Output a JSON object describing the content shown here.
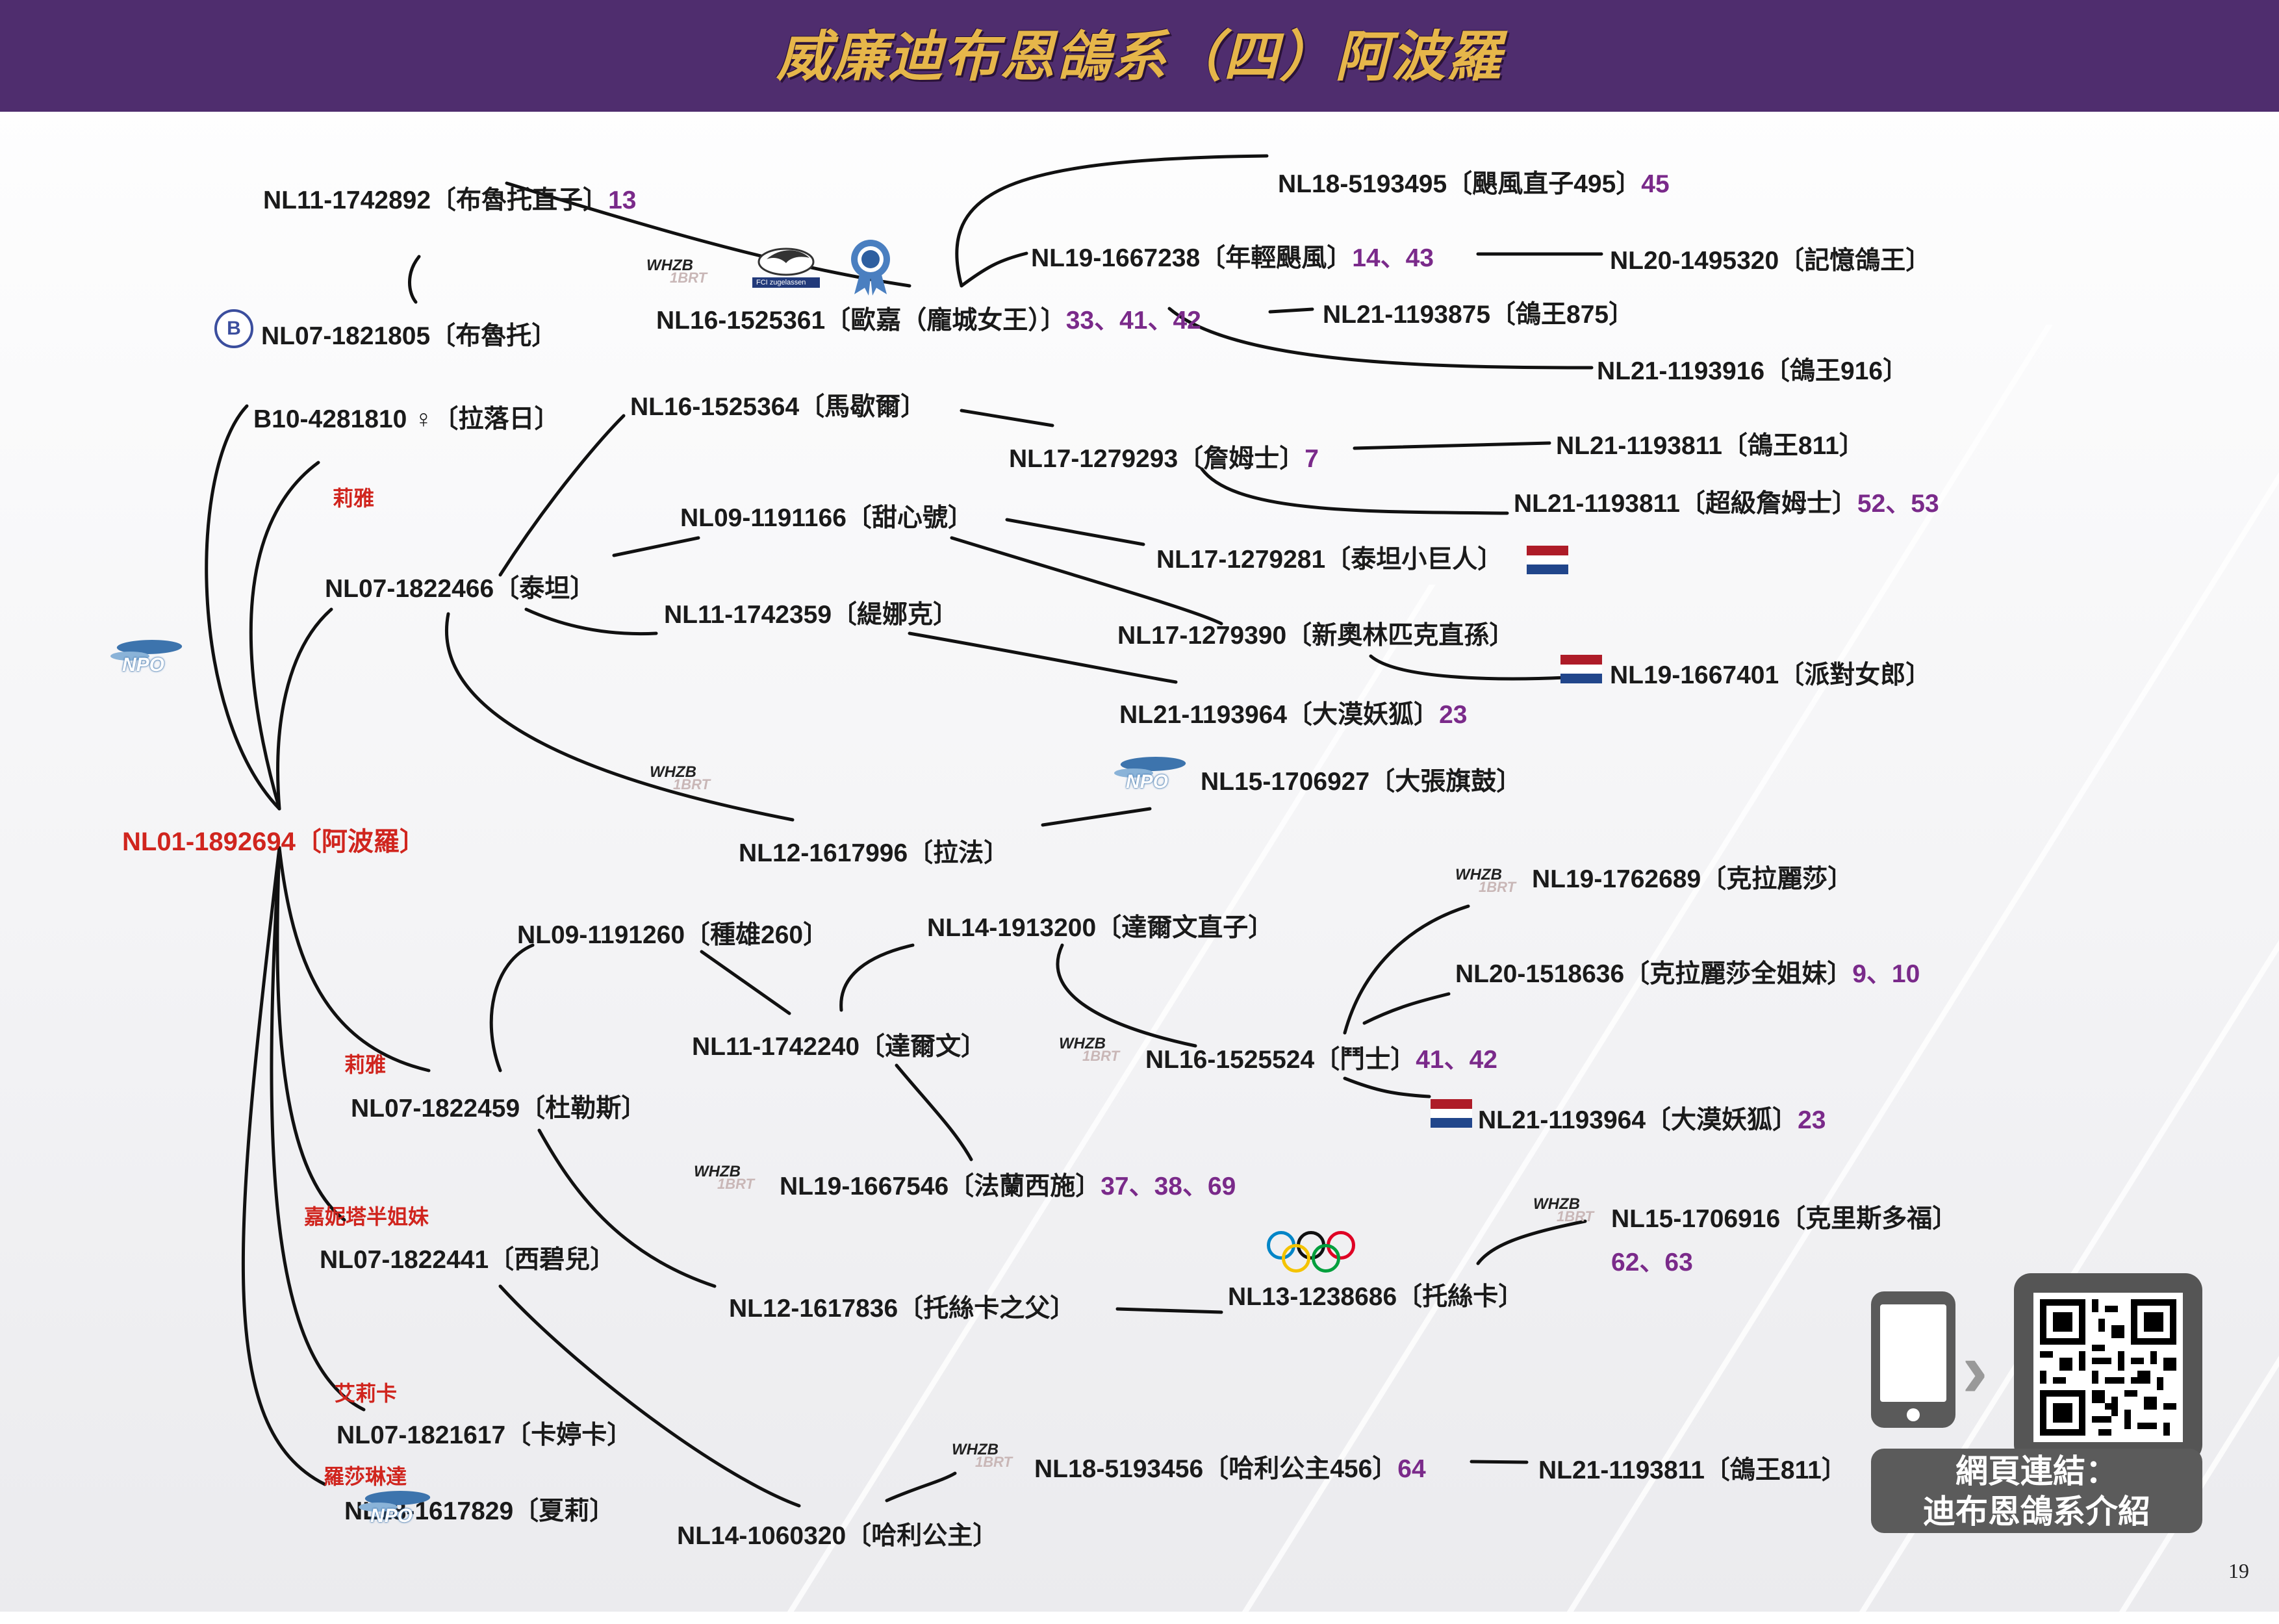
{
  "title": "威廉迪布恩鴿系（四）阿波羅",
  "page_number": "19",
  "qr_caption_line1": "網頁連結：",
  "qr_caption_line2": "迪布恩鴿系介紹",
  "nodes": {
    "n01": {
      "ring": "NL01-1892694",
      "name": "〔阿波羅〕",
      "gen": ""
    },
    "n02": {
      "ring": "NL11-1742892",
      "name": "〔布魯托直子〕",
      "gen": "13"
    },
    "n03": {
      "ring": "NL07-1821805",
      "name": "〔布魯托〕",
      "gen": ""
    },
    "n04": {
      "ring": "B10-4281810 ♀",
      "name": "〔拉落日〕",
      "gen": ""
    },
    "n05": {
      "ring": "NL16-1525361",
      "name": "〔歐嘉（龐城女王）〕",
      "gen": "33、41、42"
    },
    "n06": {
      "ring": "NL18-5193495",
      "name": "〔颶風直子495〕",
      "gen": "45"
    },
    "n07": {
      "ring": "NL19-1667238",
      "name": "〔年輕颶風〕",
      "gen": "14、43"
    },
    "n08": {
      "ring": "NL20-1495320",
      "name": "〔記憶鴿王〕",
      "gen": ""
    },
    "n09": {
      "ring": "NL21-1193875",
      "name": "〔鴿王875〕",
      "gen": ""
    },
    "n10": {
      "ring": "NL21-1193916",
      "name": "〔鴿王916〕",
      "gen": ""
    },
    "n11": {
      "ring": "NL16-1525364",
      "name": "〔馬歇爾〕",
      "gen": ""
    },
    "n12": {
      "ring": "NL17-1279293",
      "name": "〔詹姆士〕",
      "gen": "7"
    },
    "n13": {
      "ring": "NL21-1193811",
      "name": "〔鴿王811〕",
      "gen": ""
    },
    "n14": {
      "ring": "NL21-1193811",
      "name": "〔超級詹姆士〕",
      "gen": "52、53"
    },
    "n15": {
      "ring": "NL09-1191166",
      "name": "〔甜心號〕",
      "gen": ""
    },
    "n16": {
      "ring": "NL17-1279281",
      "name": "〔泰坦小巨人〕",
      "gen": ""
    },
    "n17": {
      "ring": "NL07-1822466",
      "name": "〔泰坦〕",
      "gen": ""
    },
    "n18": {
      "ring": "NL11-1742359",
      "name": "〔緹娜克〕",
      "gen": ""
    },
    "n19": {
      "ring": "NL17-1279390",
      "name": "〔新奧林匹克直孫〕",
      "gen": ""
    },
    "n20": {
      "ring": "NL19-1667401",
      "name": "〔派對女郎〕",
      "gen": ""
    },
    "n21": {
      "ring": "NL21-1193964",
      "name": "〔大漠妖狐〕",
      "gen": "23"
    },
    "n22": {
      "ring": "NL15-1706927",
      "name": "〔大張旗鼓〕",
      "gen": ""
    },
    "n23": {
      "ring": "NL12-1617996",
      "name": "〔拉法〕",
      "gen": ""
    },
    "n24": {
      "ring": "NL19-1762689",
      "name": "〔克拉麗莎〕",
      "gen": ""
    },
    "n25": {
      "ring": "NL20-1518636",
      "name": "〔克拉麗莎全姐妹〕",
      "gen": "9、10"
    },
    "n26": {
      "ring": "NL09-1191260",
      "name": "〔種雄260〕",
      "gen": ""
    },
    "n27": {
      "ring": "NL14-1913200",
      "name": "〔達爾文直子〕",
      "gen": ""
    },
    "n28": {
      "ring": "NL11-1742240",
      "name": "〔達爾文〕",
      "gen": ""
    },
    "n29": {
      "ring": "NL16-1525524",
      "name": "〔鬥士〕",
      "gen": "41、42"
    },
    "n30": {
      "ring": "NL07-1822459",
      "name": "〔杜勒斯〕",
      "gen": ""
    },
    "n31": {
      "ring": "NL21-1193964",
      "name": "〔大漠妖狐〕",
      "gen": "23"
    },
    "n32": {
      "ring": "NL19-1667546",
      "name": "〔法蘭西施〕",
      "gen": "37、38、69"
    },
    "n33": {
      "ring": "NL15-1706916",
      "name": "〔克里斯多福〕",
      "gen": ""
    },
    "n33b": {
      "gen": "62、63"
    },
    "n34": {
      "ring": "NL07-1822441",
      "name": "〔西碧兒〕",
      "gen": ""
    },
    "n35": {
      "ring": "NL12-1617836",
      "name": "〔托絲卡之父〕",
      "gen": ""
    },
    "n36": {
      "ring": "NL13-1238686",
      "name": "〔托絲卡〕",
      "gen": ""
    },
    "n37": {
      "ring": "NL07-1821617",
      "name": "〔卡婷卡〕",
      "gen": ""
    },
    "n38": {
      "ring": "NL18-5193456",
      "name": "〔哈利公主456〕",
      "gen": "64"
    },
    "n39": {
      "ring": "NL21-1193811",
      "name": "〔鴿王811〕",
      "gen": ""
    },
    "n40": {
      "ring": "NL18-1617829",
      "name": "〔夏莉〕",
      "gen": ""
    },
    "n41": {
      "ring": "NL14-1060320",
      "name": "〔哈利公主〕",
      "gen": ""
    }
  },
  "dams": {
    "d1": "莉雅",
    "d2": "莉雅",
    "d3": "嘉妮塔半姐妹",
    "d4": "艾莉卡",
    "d5": "羅莎琳達"
  },
  "logos": {
    "whzb_top": "WHZB",
    "whzb_sub": "1BRT",
    "npo": "NPO",
    "b_badge": "B",
    "fci_label": "FCI zugelassen"
  },
  "colors": {
    "header_bg": "#4f2d6e",
    "title_gold": "#e6b64a",
    "root_red": "#d0251e",
    "gen_purple": "#7a2a8a"
  }
}
